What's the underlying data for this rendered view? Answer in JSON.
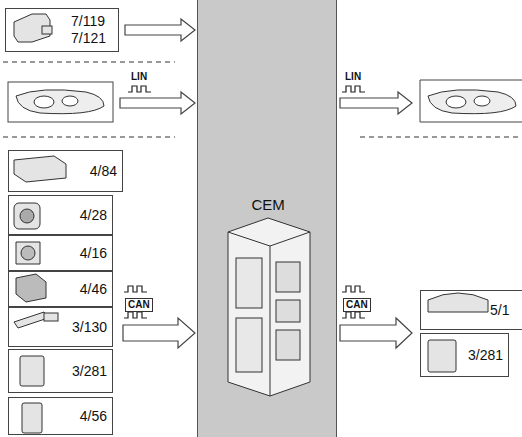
{
  "diagram": {
    "nodes": [
      {
        "text": [
          "7/119 7/121"
        ]
      },
      {
        "text": [
          "CEM"
        ]
      },
      {
        "text": [
          "4/84"
        ]
      },
      {
        "text": [
          "4/28"
        ]
      },
      {
        "text": [
          "4/16"
        ]
      },
      {
        "text": [
          "4/46"
        ]
      },
      {
        "text": [
          "3/130"
        ]
      },
      {
        "text": [
          "3/281"
        ]
      },
      {
        "text": [
          "4/56"
        ]
      },
      {
        "text": [
          "5/1"
        ]
      },
      {
        "text": [
          "3/281"
        ]
      }
    ],
    "edges": [
      {
        "from": 0,
        "to": 1,
        "arrow": "to"
      }
    ],
    "labels": [
      "LIN",
      "LIN",
      "CAN",
      "CAN"
    ]
  }
}
